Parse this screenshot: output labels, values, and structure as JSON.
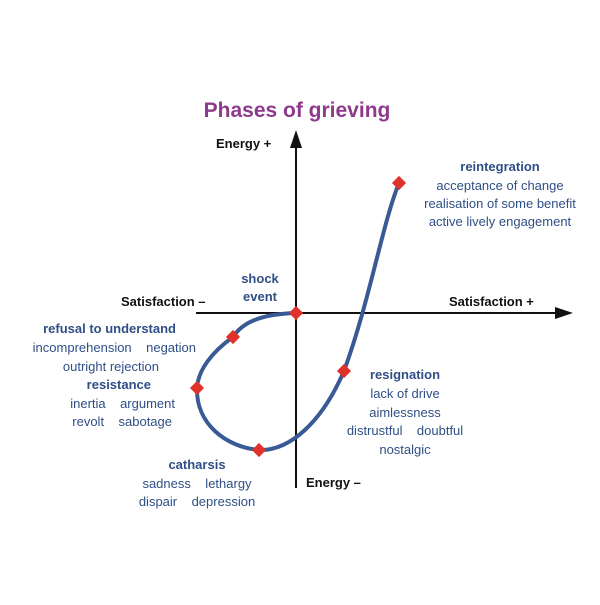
{
  "title": "Phases of grieving",
  "axes": {
    "energy_plus": "Energy  +",
    "energy_minus": "Energy  –",
    "satisfaction_minus": "Satisfaction  –",
    "satisfaction_plus": "Satisfaction  +"
  },
  "phases": {
    "shock": {
      "heading_line1": "shock",
      "heading_line2": "event"
    },
    "refusal": {
      "heading": "refusal to understand",
      "line1": "incomprehension    negation",
      "line2": "outright rejection"
    },
    "resistance": {
      "heading": "resistance",
      "line1": "inertia    argument",
      "line2": "revolt    sabotage"
    },
    "catharsis": {
      "heading": "catharsis",
      "line1": "sadness    lethargy",
      "line2": "dispair    depression"
    },
    "resignation": {
      "heading": "resignation",
      "line1": "lack of drive",
      "line2": "aimlessness",
      "line3": "distrustful    doubtful",
      "line4": "nostalgic"
    },
    "reintegration": {
      "heading": "reintegration",
      "line1": "acceptance of change",
      "line2": "realisation of some benefit",
      "line3": "active lively engagement"
    }
  },
  "colors": {
    "title": "#8e3a8c",
    "label": "#2f4f86",
    "curve": "#3a5a95",
    "marker": "#e0322b",
    "axis": "#111111"
  }
}
